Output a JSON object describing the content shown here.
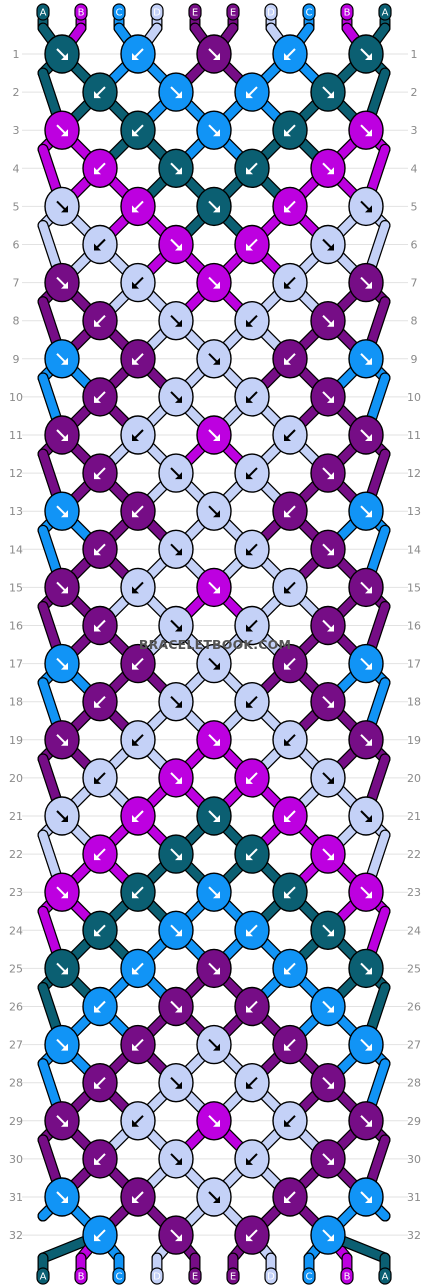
{
  "strands_top": [
    "A",
    "B",
    "C",
    "D",
    "E",
    "E",
    "D",
    "C",
    "B",
    "A"
  ],
  "strands_bottom": [
    "A",
    "B",
    "C",
    "D",
    "E",
    "E",
    "D",
    "C",
    "B",
    "A"
  ],
  "colors": {
    "A": "#0b5f72",
    "B": "#bd00e0",
    "C": "#1194f6",
    "D": "#c4d1f7",
    "E": "#760d86"
  },
  "rows": [
    "1",
    "2",
    "3",
    "4",
    "5",
    "6",
    "7",
    "8",
    "9",
    "10",
    "11",
    "12",
    "13",
    "14",
    "15",
    "16",
    "17",
    "18",
    "19",
    "20",
    "21",
    "22",
    "23",
    "24",
    "25",
    "26",
    "27",
    "28",
    "29",
    "30",
    "31",
    "32"
  ],
  "knots": [
    [
      "A",
      "C",
      "E",
      "C",
      "A"
    ],
    [
      "A",
      "C",
      "C",
      "A"
    ],
    [
      "B",
      "A",
      "C",
      "A",
      "B"
    ],
    [
      "B",
      "A",
      "A",
      "B"
    ],
    [
      "D",
      "B",
      "A",
      "B",
      "D"
    ],
    [
      "D",
      "B",
      "B",
      "D"
    ],
    [
      "E",
      "D",
      "B",
      "D",
      "E"
    ],
    [
      "E",
      "D",
      "D",
      "E"
    ],
    [
      "C",
      "E",
      "D",
      "E",
      "C"
    ],
    [
      "E",
      "D",
      "D",
      "E"
    ],
    [
      "E",
      "D",
      "B",
      "D",
      "E"
    ],
    [
      "E",
      "D",
      "D",
      "E"
    ],
    [
      "C",
      "E",
      "D",
      "E",
      "C"
    ],
    [
      "E",
      "D",
      "D",
      "E"
    ],
    [
      "E",
      "D",
      "B",
      "D",
      "E"
    ],
    [
      "E",
      "D",
      "D",
      "E"
    ],
    [
      "C",
      "E",
      "D",
      "E",
      "C"
    ],
    [
      "E",
      "D",
      "D",
      "E"
    ],
    [
      "E",
      "D",
      "B",
      "D",
      "E"
    ],
    [
      "D",
      "B",
      "B",
      "D"
    ],
    [
      "D",
      "B",
      "A",
      "B",
      "D"
    ],
    [
      "B",
      "A",
      "A",
      "B"
    ],
    [
      "B",
      "A",
      "C",
      "A",
      "B"
    ],
    [
      "A",
      "C",
      "C",
      "A"
    ],
    [
      "A",
      "C",
      "E",
      "C",
      "A"
    ],
    [
      "C",
      "E",
      "E",
      "C"
    ],
    [
      "C",
      "E",
      "D",
      "E",
      "C"
    ],
    [
      "E",
      "D",
      "D",
      "E"
    ],
    [
      "E",
      "D",
      "B",
      "D",
      "E"
    ],
    [
      "E",
      "D",
      "D",
      "E"
    ],
    [
      "C",
      "E",
      "D",
      "E",
      "C"
    ],
    [
      "C",
      "E",
      "E",
      "C"
    ]
  ],
  "watermark": "BRACELETBOOK.COM"
}
